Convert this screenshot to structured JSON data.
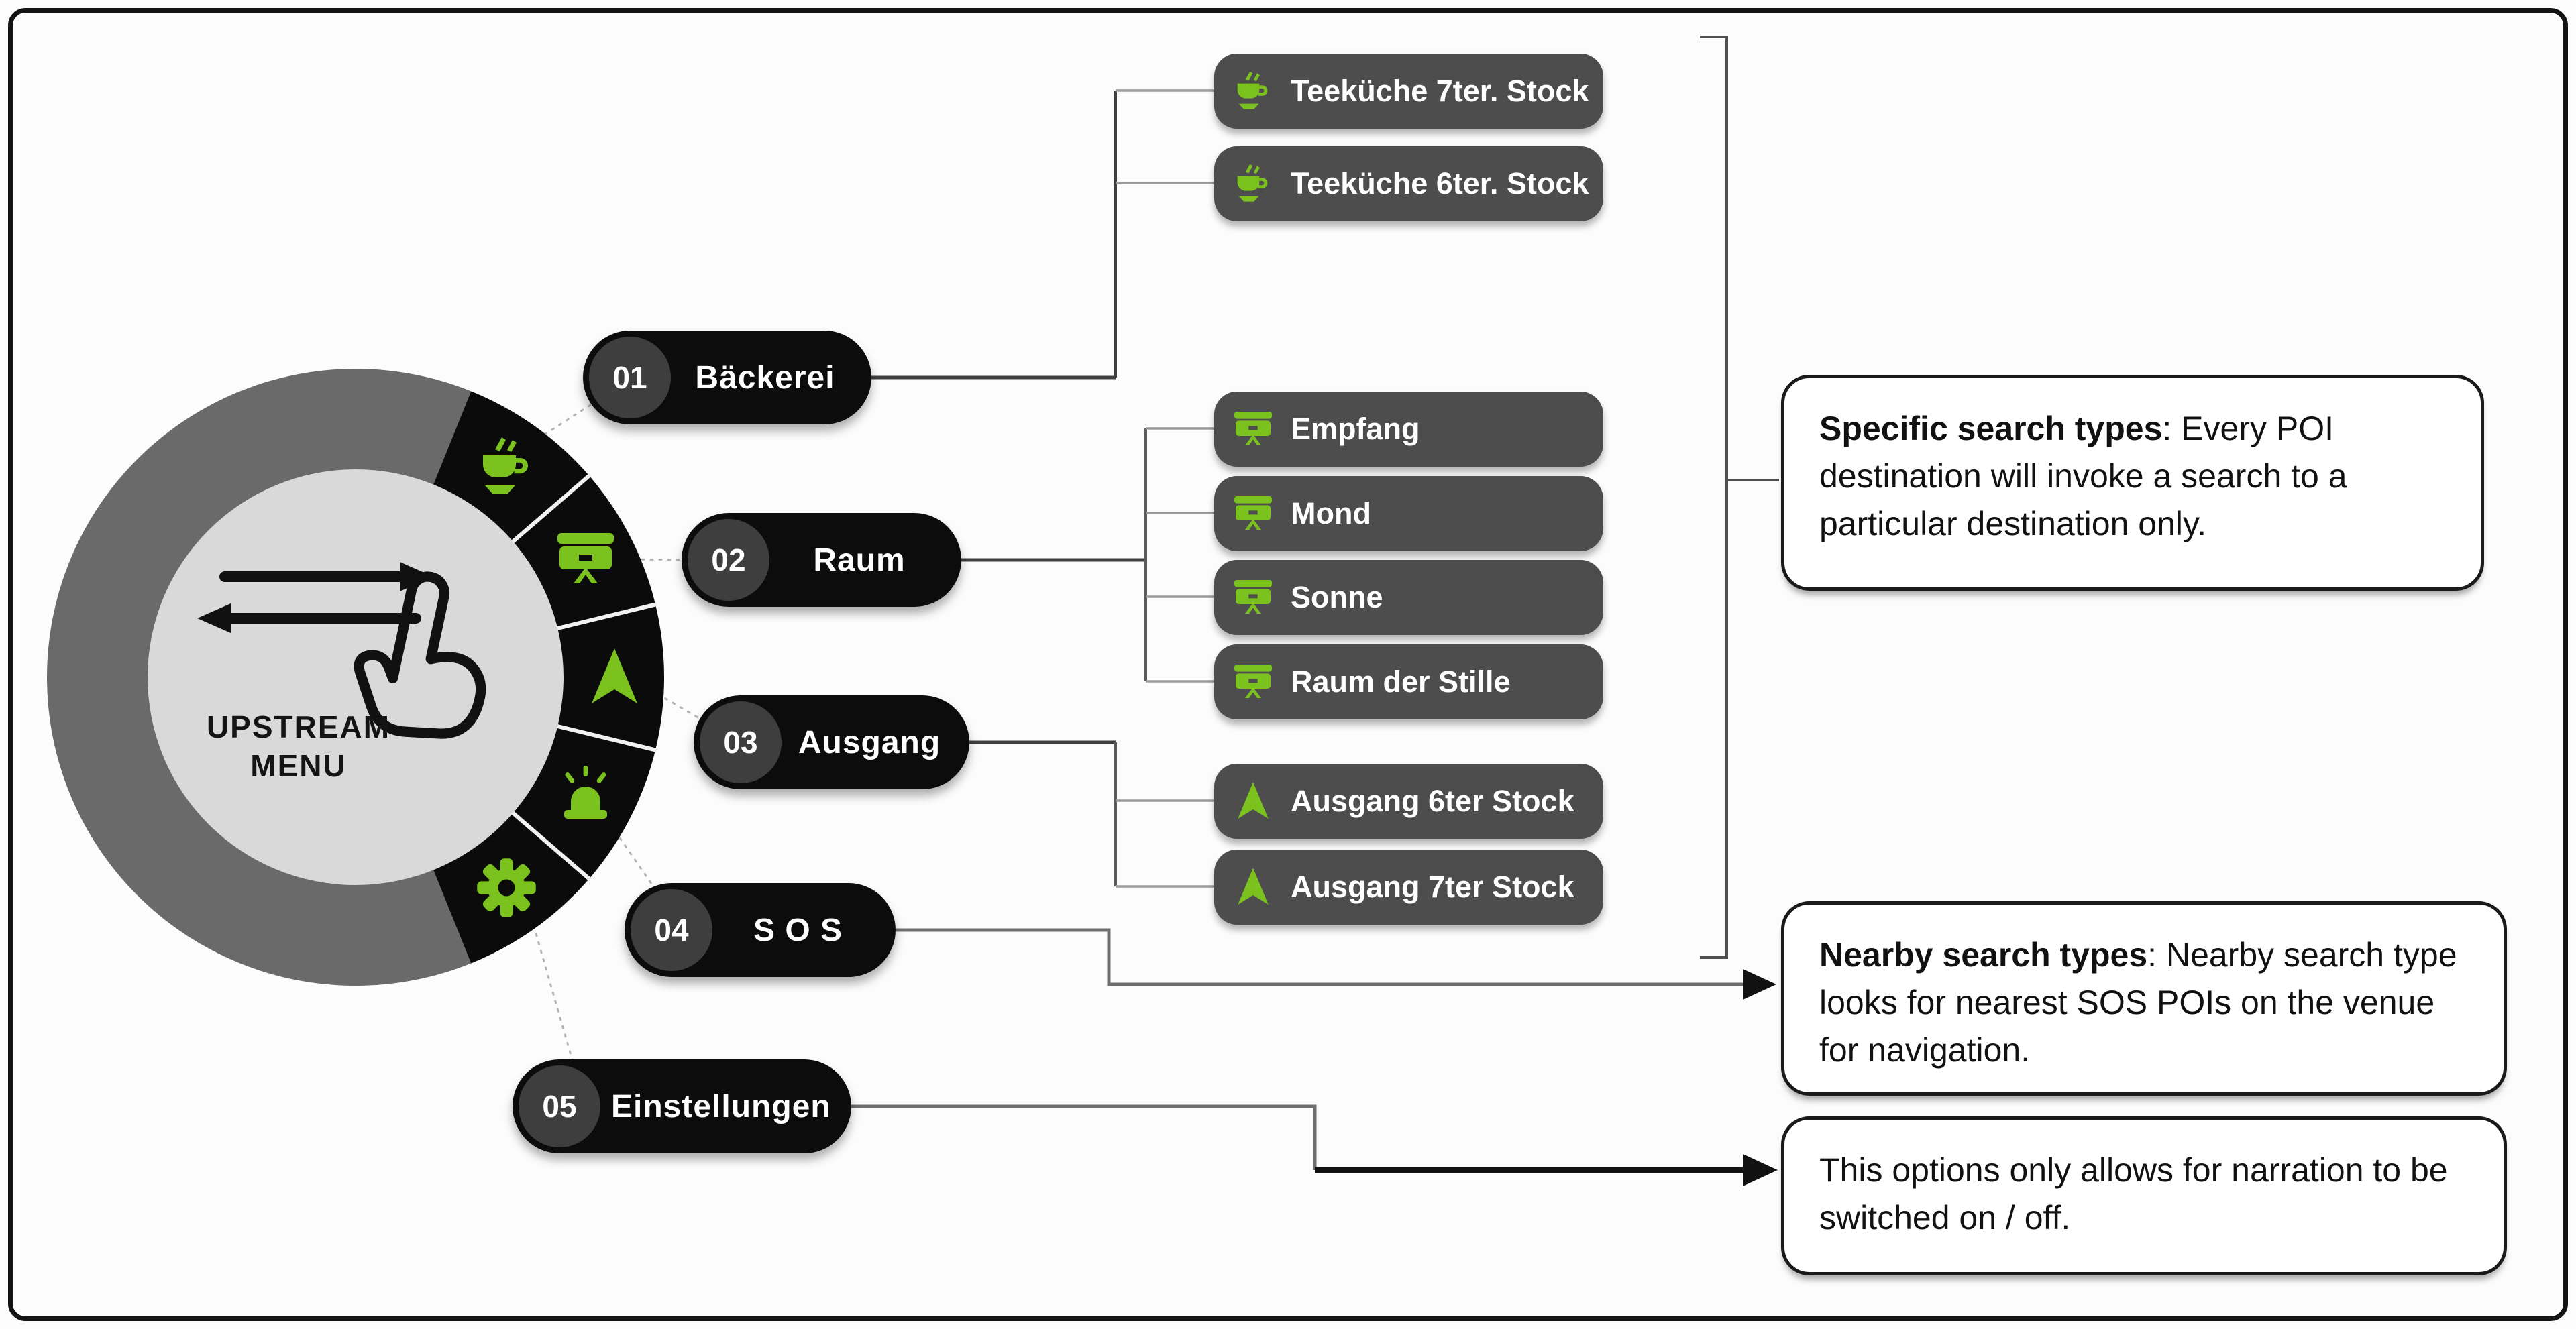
{
  "wheel": {
    "label_line1": "UPSTREAM",
    "label_line2": "MENU",
    "icons": [
      "coffee",
      "screen",
      "nav",
      "siren",
      "gear"
    ]
  },
  "menu_items": [
    {
      "num": "01",
      "label": "Bäckerei"
    },
    {
      "num": "02",
      "label": "Raum"
    },
    {
      "num": "03",
      "label": "Ausgang"
    },
    {
      "num": "04",
      "label": "S O S"
    },
    {
      "num": "05",
      "label": "Einstellungen"
    }
  ],
  "destinations": [
    {
      "icon": "coffee",
      "label": "Teeküche 7ter. Stock"
    },
    {
      "icon": "coffee",
      "label": "Teeküche 6ter. Stock"
    },
    {
      "icon": "screen",
      "label": "Empfang"
    },
    {
      "icon": "screen",
      "label": "Mond"
    },
    {
      "icon": "screen",
      "label": "Sonne"
    },
    {
      "icon": "screen",
      "label": "Raum der Stille"
    },
    {
      "icon": "nav",
      "label": "Ausgang 6ter Stock"
    },
    {
      "icon": "nav",
      "label": "Ausgang 7ter Stock"
    }
  ],
  "annotations": [
    {
      "bold": "Specific search types",
      "text": ": Every POI destination will invoke a search to a particular destination only."
    },
    {
      "bold": "Nearby search types",
      "text": ": Nearby search type looks for nearest SOS POIs on the venue for navigation."
    },
    {
      "bold": "",
      "text": "This options only allows for narration to be switched on / off."
    }
  ],
  "colors": {
    "green": "#7CC21E",
    "pill_black": "#0C0C0C",
    "subpill_gray": "#4D4D4D",
    "number_circle": "#3E3E3E",
    "ring_gray": "#6A6A6A",
    "inner_circle": "#D9D9D9"
  }
}
